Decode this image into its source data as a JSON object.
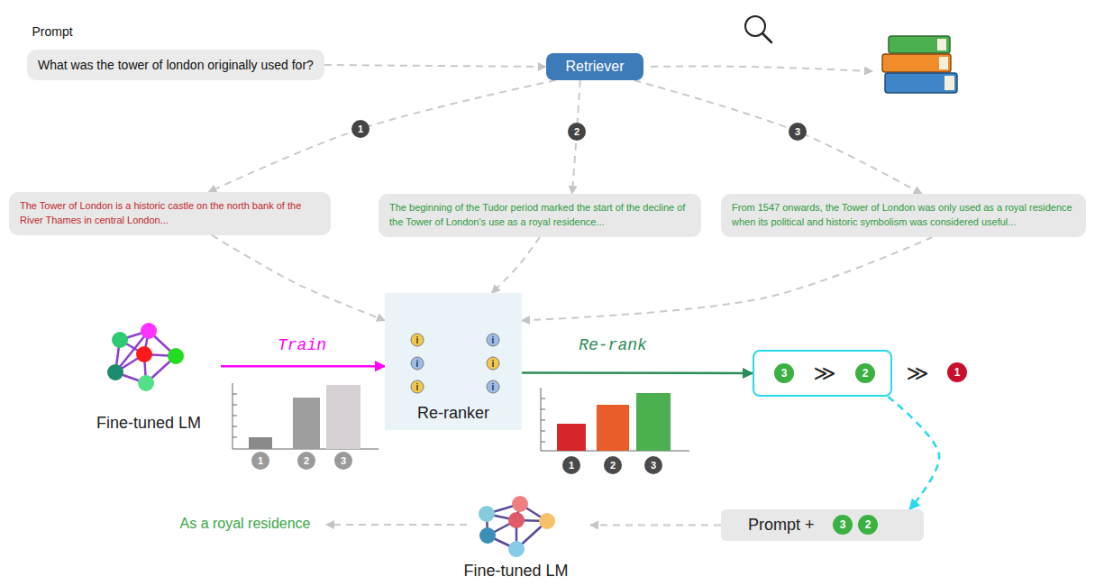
{
  "diagram": {
    "nodes": [
      {
        "text": [
          "What was the tower of london originally used for?"
        ]
      },
      {
        "text": [
          "Retriever"
        ]
      },
      {
        "text": [
          "The Tower of London is a historic castle on the north bank of the River Thames in central London..."
        ]
      },
      {
        "text": [
          "The beginning of the Tudor period marked the start of the decline of the Tower of London's use as a royal residence..."
        ]
      },
      {
        "text": [
          "From 1547 onwards, the Tower of London was only used as a royal residence when its political and historic symbolism was considered useful..."
        ]
      },
      {
        "text": [
          "Re-ranker"
        ]
      },
      {
        "text": [
          "Fine-tuned LM"
        ]
      },
      {
        "text": [
          "≫"
        ]
      },
      {
        "text": [
          "3"
        ],
        "in": 7
      },
      {
        "text": [
          "2"
        ],
        "in": 7
      },
      {
        "text": [
          "1"
        ]
      },
      {
        "text": [
          "Prompt +"
        ]
      },
      {
        "text": [
          "3"
        ],
        "in": 11
      },
      {
        "text": [
          "2"
        ],
        "in": 11
      },
      {
        "text": [
          "Fine-tuned LM"
        ]
      }
    ],
    "edges": [
      {
        "from": 0,
        "to": 1,
        "arrow": "to"
      },
      {
        "from": 1,
        "to": 2,
        "label": "1",
        "arrow": "to"
      },
      {
        "from": 1,
        "to": 3,
        "label": "2",
        "arrow": "to"
      },
      {
        "from": 1,
        "to": 4,
        "label": "3",
        "arrow": "to"
      },
      {
        "from": 2,
        "to": 5,
        "arrow": "to"
      },
      {
        "from": 3,
        "to": 5,
        "arrow": "to"
      },
      {
        "from": 4,
        "to": 5,
        "arrow": "to"
      },
      {
        "from": 6,
        "to": 5,
        "label": "Train",
        "arrow": "to"
      },
      {
        "from": 5,
        "to": 7,
        "label": "Re-rank",
        "arrow": "to"
      },
      {
        "from": 7,
        "to": 11,
        "arrow": "to"
      },
      {
        "from": 11,
        "to": 14,
        "arrow": "to"
      }
    ],
    "labels": [
      "Prompt",
      "≫",
      "1",
      "2",
      "3",
      "1",
      "2",
      "3",
      "i",
      "i",
      "i",
      "i",
      "i",
      "i",
      "As a royal residence"
    ]
  }
}
